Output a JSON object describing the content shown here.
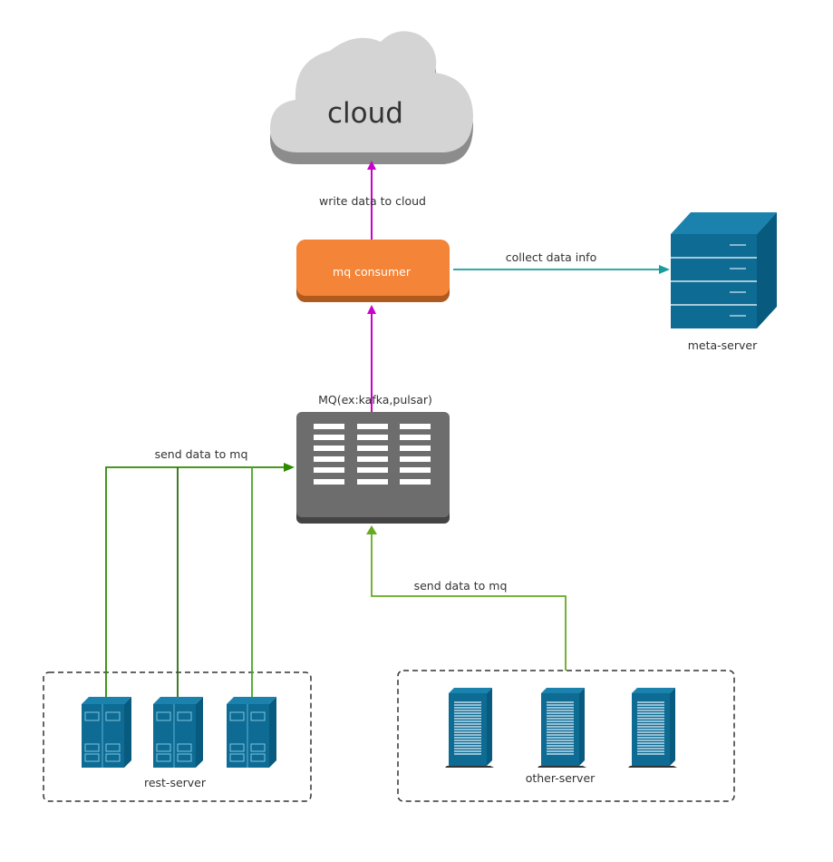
{
  "nodes": {
    "cloud": {
      "label": "cloud"
    },
    "mq_consumer": {
      "label": "mq consumer"
    },
    "mq": {
      "label": "MQ(ex:kafka,pulsar)"
    },
    "meta_server": {
      "label": "meta-server"
    },
    "rest_server_group": {
      "label": "rest-server"
    },
    "other_server_group": {
      "label": "other-server"
    }
  },
  "edges": {
    "consumer_to_cloud": {
      "label": "write data to cloud"
    },
    "consumer_to_meta": {
      "label": "collect data info"
    },
    "rest_to_mq": {
      "label": "send data to mq"
    },
    "other_to_mq": {
      "label": "send data to mq"
    }
  },
  "colors": {
    "magenta_arrow": "#cc00cc",
    "teal_arrow": "#1a9c9c",
    "green_arrow_dark": "#2e8b00",
    "green_arrow_light": "#66aa22",
    "server_blue": "#0d6b94",
    "consumer_orange": "#f48437",
    "mq_gray": "#6d6d6d",
    "cloud_gray": "#d4d4d4"
  }
}
